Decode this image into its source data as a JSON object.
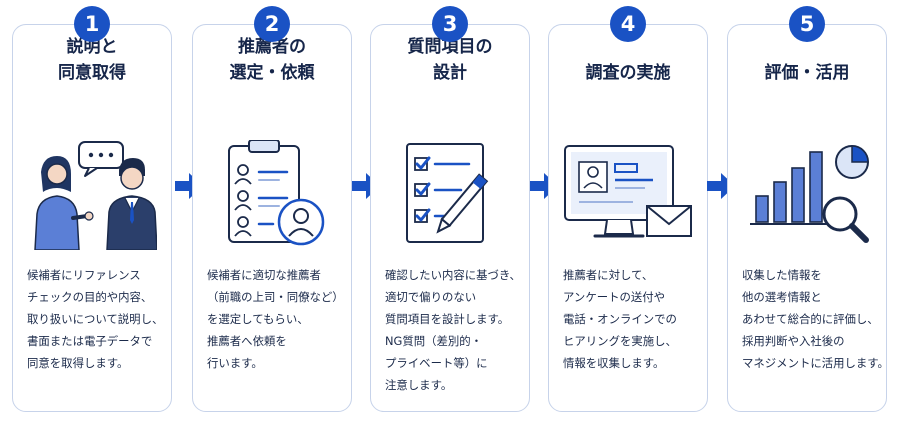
{
  "steps": [
    {
      "number": "1",
      "title_lines": [
        "説明と",
        "同意取得"
      ],
      "icon": "conversation-icon",
      "desc_lines": [
        "候補者にリファレンス",
        "チェックの目的や内容、",
        "取り扱いについて説明し、",
        "書面または電子データで",
        "同意を取得します。"
      ]
    },
    {
      "number": "2",
      "title_lines": [
        "推薦者の",
        "選定・依頼"
      ],
      "icon": "clipboard-person-icon",
      "desc_lines": [
        "候補者に適切な推薦者",
        "（前職の上司・同僚など）",
        "を選定してもらい、",
        "推薦者へ依頼を",
        "行います。"
      ]
    },
    {
      "number": "3",
      "title_lines": [
        "質問項目の",
        "設計"
      ],
      "icon": "checklist-pen-icon",
      "desc_lines": [
        "確認したい内容に基づき、",
        "適切で偏りのない",
        "質問項目を設計します。",
        "NG質問（差別的・",
        "プライベート等）に",
        "注意します。"
      ]
    },
    {
      "number": "4",
      "title_lines": [
        "調査の実施"
      ],
      "icon": "monitor-mail-icon",
      "desc_lines": [
        "推薦者に対して、",
        "アンケートの送付や",
        "電話・オンラインでの",
        "ヒアリングを実施し、",
        "情報を収集します。"
      ]
    },
    {
      "number": "5",
      "title_lines": [
        "評価・活用"
      ],
      "icon": "chart-magnifier-icon",
      "desc_lines": [
        "収集した情報を",
        "他の選考情報と",
        "あわせて総合的に評価し、",
        "採用判断や入社後の",
        "マネジメントに活用します。"
      ]
    }
  ],
  "colors": {
    "accent": "#1a52c4",
    "card_border": "#c7d3ea",
    "text": "#1b2a4a"
  }
}
